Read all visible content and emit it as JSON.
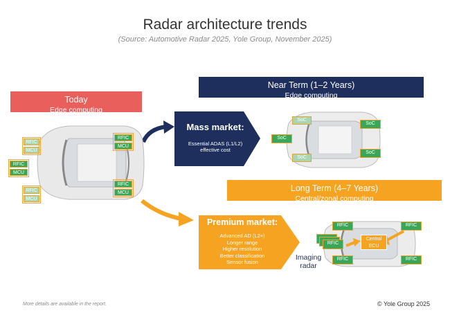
{
  "title": "Radar architecture trends",
  "subtitle": "(Source: Automotive Radar 2025, Yole Group, November 2025)",
  "today": {
    "heading": "Today",
    "sub": "Edge computing"
  },
  "near_term": {
    "heading": "Near Term (1–2 Years)",
    "sub": "Edge computing"
  },
  "long_term": {
    "heading": "Long Term (4–7 Years)",
    "sub": "Central/zonal computing"
  },
  "mass_market": {
    "heading": "Mass market:",
    "line1": "Essential ADAS (L1/L2)",
    "line2": "effective cost"
  },
  "premium_market": {
    "heading": "Premium market:",
    "bullets": [
      "Advanced AD (L2+)",
      "Longer range",
      "Higher resolution",
      "Better classification",
      "Sensor fusion"
    ]
  },
  "chips": {
    "rfic": "RFIC",
    "mcu": "MCU",
    "soc": "SoC",
    "central_line1": "Central",
    "central_line2": "ECU"
  },
  "imaging_radar": {
    "line1": "Imaging",
    "line2": "radar"
  },
  "footnote": "More details are available in the report.",
  "copyright": "© Yole Group 2025",
  "colors": {
    "red": "#e85f5b",
    "navy": "#1e2f5d",
    "orange": "#f5a321",
    "green": "#3aa657"
  }
}
